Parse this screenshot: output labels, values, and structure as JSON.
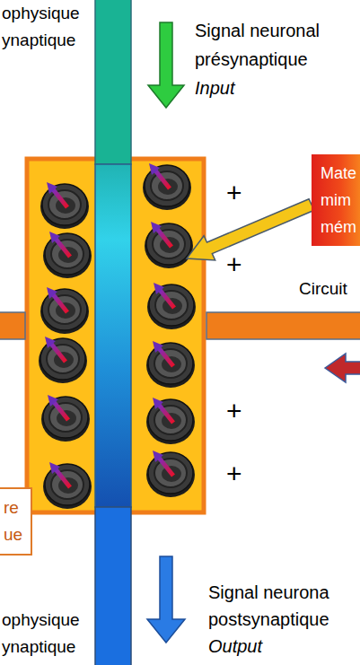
{
  "diagram": {
    "nodes": [
      {
        "text": [
          "Mate mim mém"
        ]
      },
      {
        "text": [
          "re ue"
        ]
      }
    ],
    "labels": [
      "ophysique ynaptique",
      "Signal neuronal présynaptique",
      "Input",
      "+",
      "+",
      "Circuit",
      "+",
      "+",
      "Signal neurona postsynaptique",
      "Output",
      "ophysique ynaptique"
    ]
  }
}
